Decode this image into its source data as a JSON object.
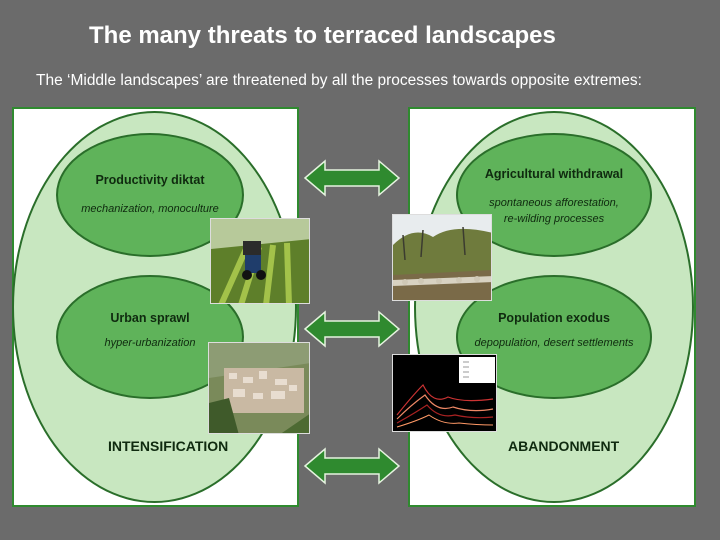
{
  "header": {
    "title": "The many threats to terraced landscapes",
    "subtitle": "The ‘Middle landscapes’ are threatened by all the processes towards opposite extremes:"
  },
  "left": {
    "top_box": {
      "title": "Productivity diktat",
      "subtitle": "mechanization, monoculture"
    },
    "mid_box": {
      "title": "Urban sprawl",
      "subtitle": "hyper-urbanization"
    },
    "footer": "INTENSIFICATION"
  },
  "right": {
    "top_box": {
      "title": "Agricultural withdrawal",
      "subtitle_line1": "spontaneous afforestation,",
      "subtitle_line2": "re-wilding processes"
    },
    "mid_box": {
      "title": "Population exodus",
      "subtitle": "depopulation, desert settlements"
    },
    "footer": "ABANDONMENT"
  },
  "colors": {
    "outer": "#c8e7c0",
    "inner": "#5fb35a",
    "arrow": "#2f8a2f",
    "background": "#6b6b6b"
  },
  "icons": [
    "double-arrow-icon"
  ]
}
